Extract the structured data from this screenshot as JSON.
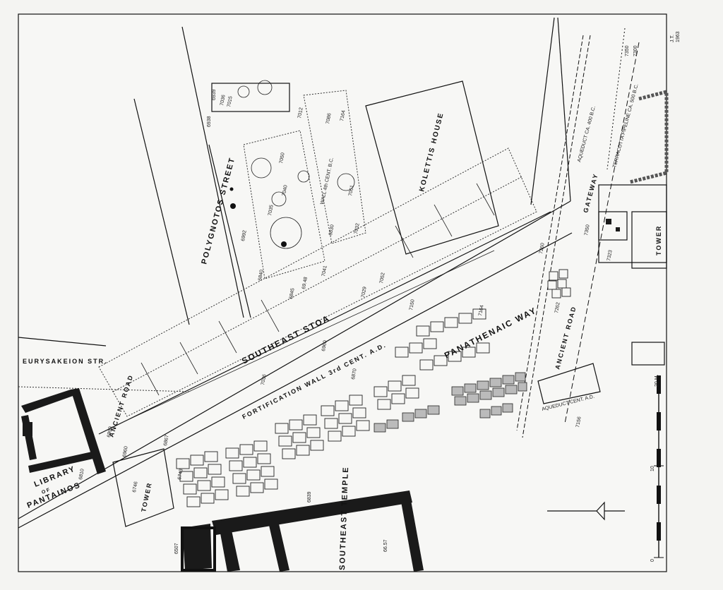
{
  "labels": {
    "polygnotos": "POLYGNOTOS STREET",
    "eurysakeion": "EURYSAKEION STR.",
    "library": "LIBRARY",
    "library_of": "OF",
    "library_pantainos": "PANTAINOS",
    "ancient_road_left": "ANCIENT ROAD",
    "southeast_stoa": "SOUTHEAST STOA",
    "fortification": "FORTIFICATION WALL 3rd CENT. A.D.",
    "panathenaic": "PANATHENAIC WAY",
    "kolettis": "KOLETTIS HOUSE",
    "gateway": "GATEWAY",
    "tower_right": "TOWER",
    "tower_left": "TOWER",
    "ancient_road_right": "ANCIENT ROAD",
    "southeast_temple": "SOUTHEAST TEMPLE",
    "aqueduct_ca": "AQUEDUCT CA. 400 B.C.",
    "terracotta": "TERRACOTTA PIPELINE CA. 500 B.C.",
    "aqueduct_cent": "AQUEDUCT CENT. A.D.",
    "wall_cent": "WALL 4th CENT. B.C."
  },
  "corner_note": [
    "J.T.",
    "1963"
  ],
  "scale": {
    "zero": "0",
    "ten": "10",
    "twenty": "20 M."
  },
  "elevations": [
    "6939",
    "7036",
    "7015",
    "6938",
    "7012",
    "7086",
    "7164",
    "7050",
    "7040",
    "7035",
    "6992",
    "6830",
    "7051",
    "7032",
    "6840",
    "6845",
    "69.48",
    "7041",
    "7029",
    "7052",
    "7150",
    "7164",
    "7260",
    "7262",
    "7350",
    "7323",
    "7350",
    "7300",
    "6999",
    "6960",
    "6960",
    "6810",
    "6870",
    "6867",
    "6746",
    "7036",
    "6743",
    "6839",
    "6507",
    "66.57",
    "7156"
  ]
}
